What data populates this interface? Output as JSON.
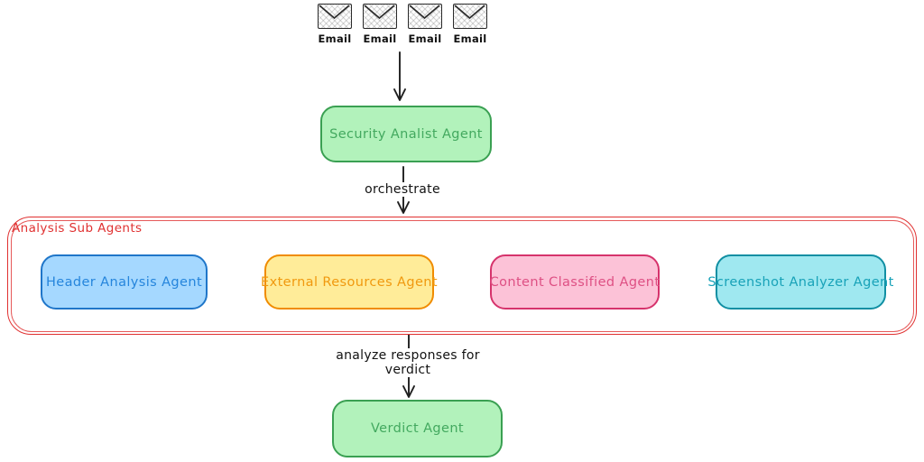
{
  "diagram": {
    "email_sources": {
      "labels": [
        "Email",
        "Email",
        "Email",
        "Email"
      ]
    },
    "nodes": {
      "security_agent": {
        "label": "Security Analist Agent",
        "fill": "#b2f2bb",
        "border": "#3aa052",
        "text": "#43a95f"
      },
      "sub_agents": [
        {
          "label": "Header Analysis Agent",
          "fill": "#a5d8ff",
          "border": "#1f76c9",
          "text": "#2585dc"
        },
        {
          "label": "External Resources Agent",
          "fill": "#ffec99",
          "border": "#f08c00",
          "text": "#f0990f"
        },
        {
          "label": "Content Classified Agent",
          "fill": "#fcc2d7",
          "border": "#d6336c",
          "text": "#de5084"
        },
        {
          "label": "Screenshot Analyzer Agent",
          "fill": "#9fe8f0",
          "border": "#108fa3",
          "text": "#18a2b8"
        }
      ],
      "verdict_agent": {
        "label": "Verdict Agent",
        "fill": "#b2f2bb",
        "border": "#3aa052",
        "text": "#43a95f"
      }
    },
    "container": {
      "label": "Analysis Sub Agents",
      "color": "#e03131"
    },
    "edges": {
      "orchestrate": {
        "label": "orchestrate"
      },
      "analyze": {
        "label_line1": "analyze responses for",
        "label_line2": "verdict"
      }
    },
    "stroke_color": "#1e1e1e",
    "background": "#ffffff"
  }
}
